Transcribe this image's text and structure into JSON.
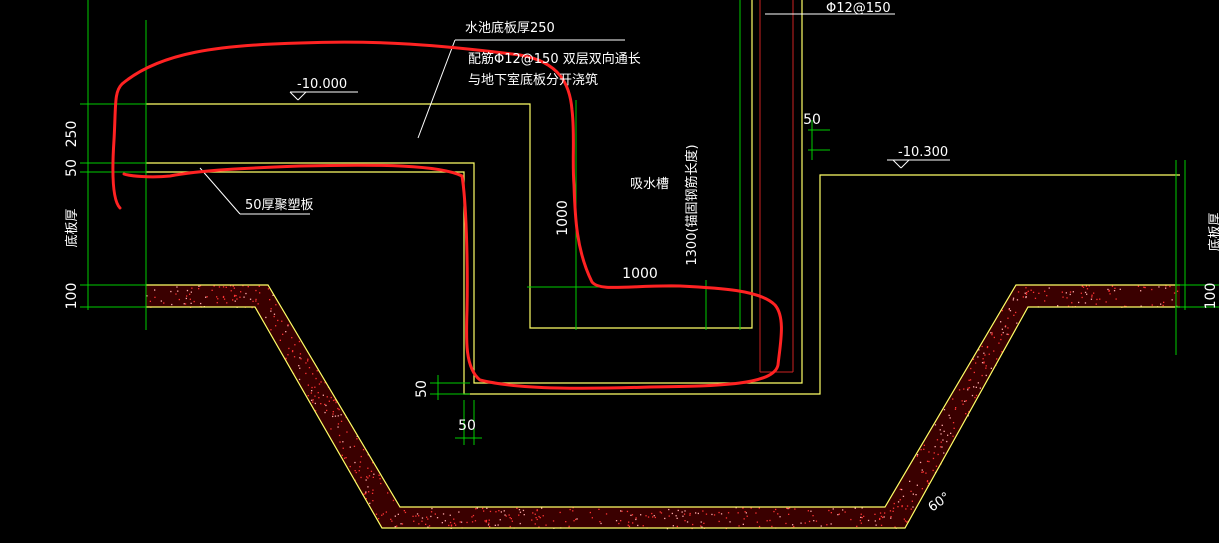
{
  "colors": {
    "background": "#000000",
    "outline": "#ffff66",
    "dimension": "#00cc00",
    "markup": "#ff2222",
    "concrete_fill": "#aa0000",
    "text": "#ffffff"
  },
  "labels": {
    "pit_slab_thickness": "水池底板厚250",
    "rebar_note_line1": "配筋Φ12@150 双层双向通长",
    "rebar_note_line2": "与地下室底板分开浇筑",
    "rebar_top": "Φ12@150",
    "elevation_left": "-10.000",
    "elevation_right": "-10.300",
    "sump": "吸水槽",
    "cushion_board": "50厚聚塑板",
    "anchor_length": "1300(锚固钢筋长度)",
    "slab_thickness_left": "底板厚",
    "slab_thickness_right": "底板厚",
    "angle": "60°"
  },
  "dimensions": {
    "d250": "250",
    "d50_left": "50",
    "d100_left": "100",
    "d1000_vertical": "1000",
    "d1000_horizontal": "1000",
    "d50_top_right": "50",
    "d50_bottom_vertical": "50",
    "d50_bottom_horizontal": "50",
    "d100_right": "100"
  }
}
